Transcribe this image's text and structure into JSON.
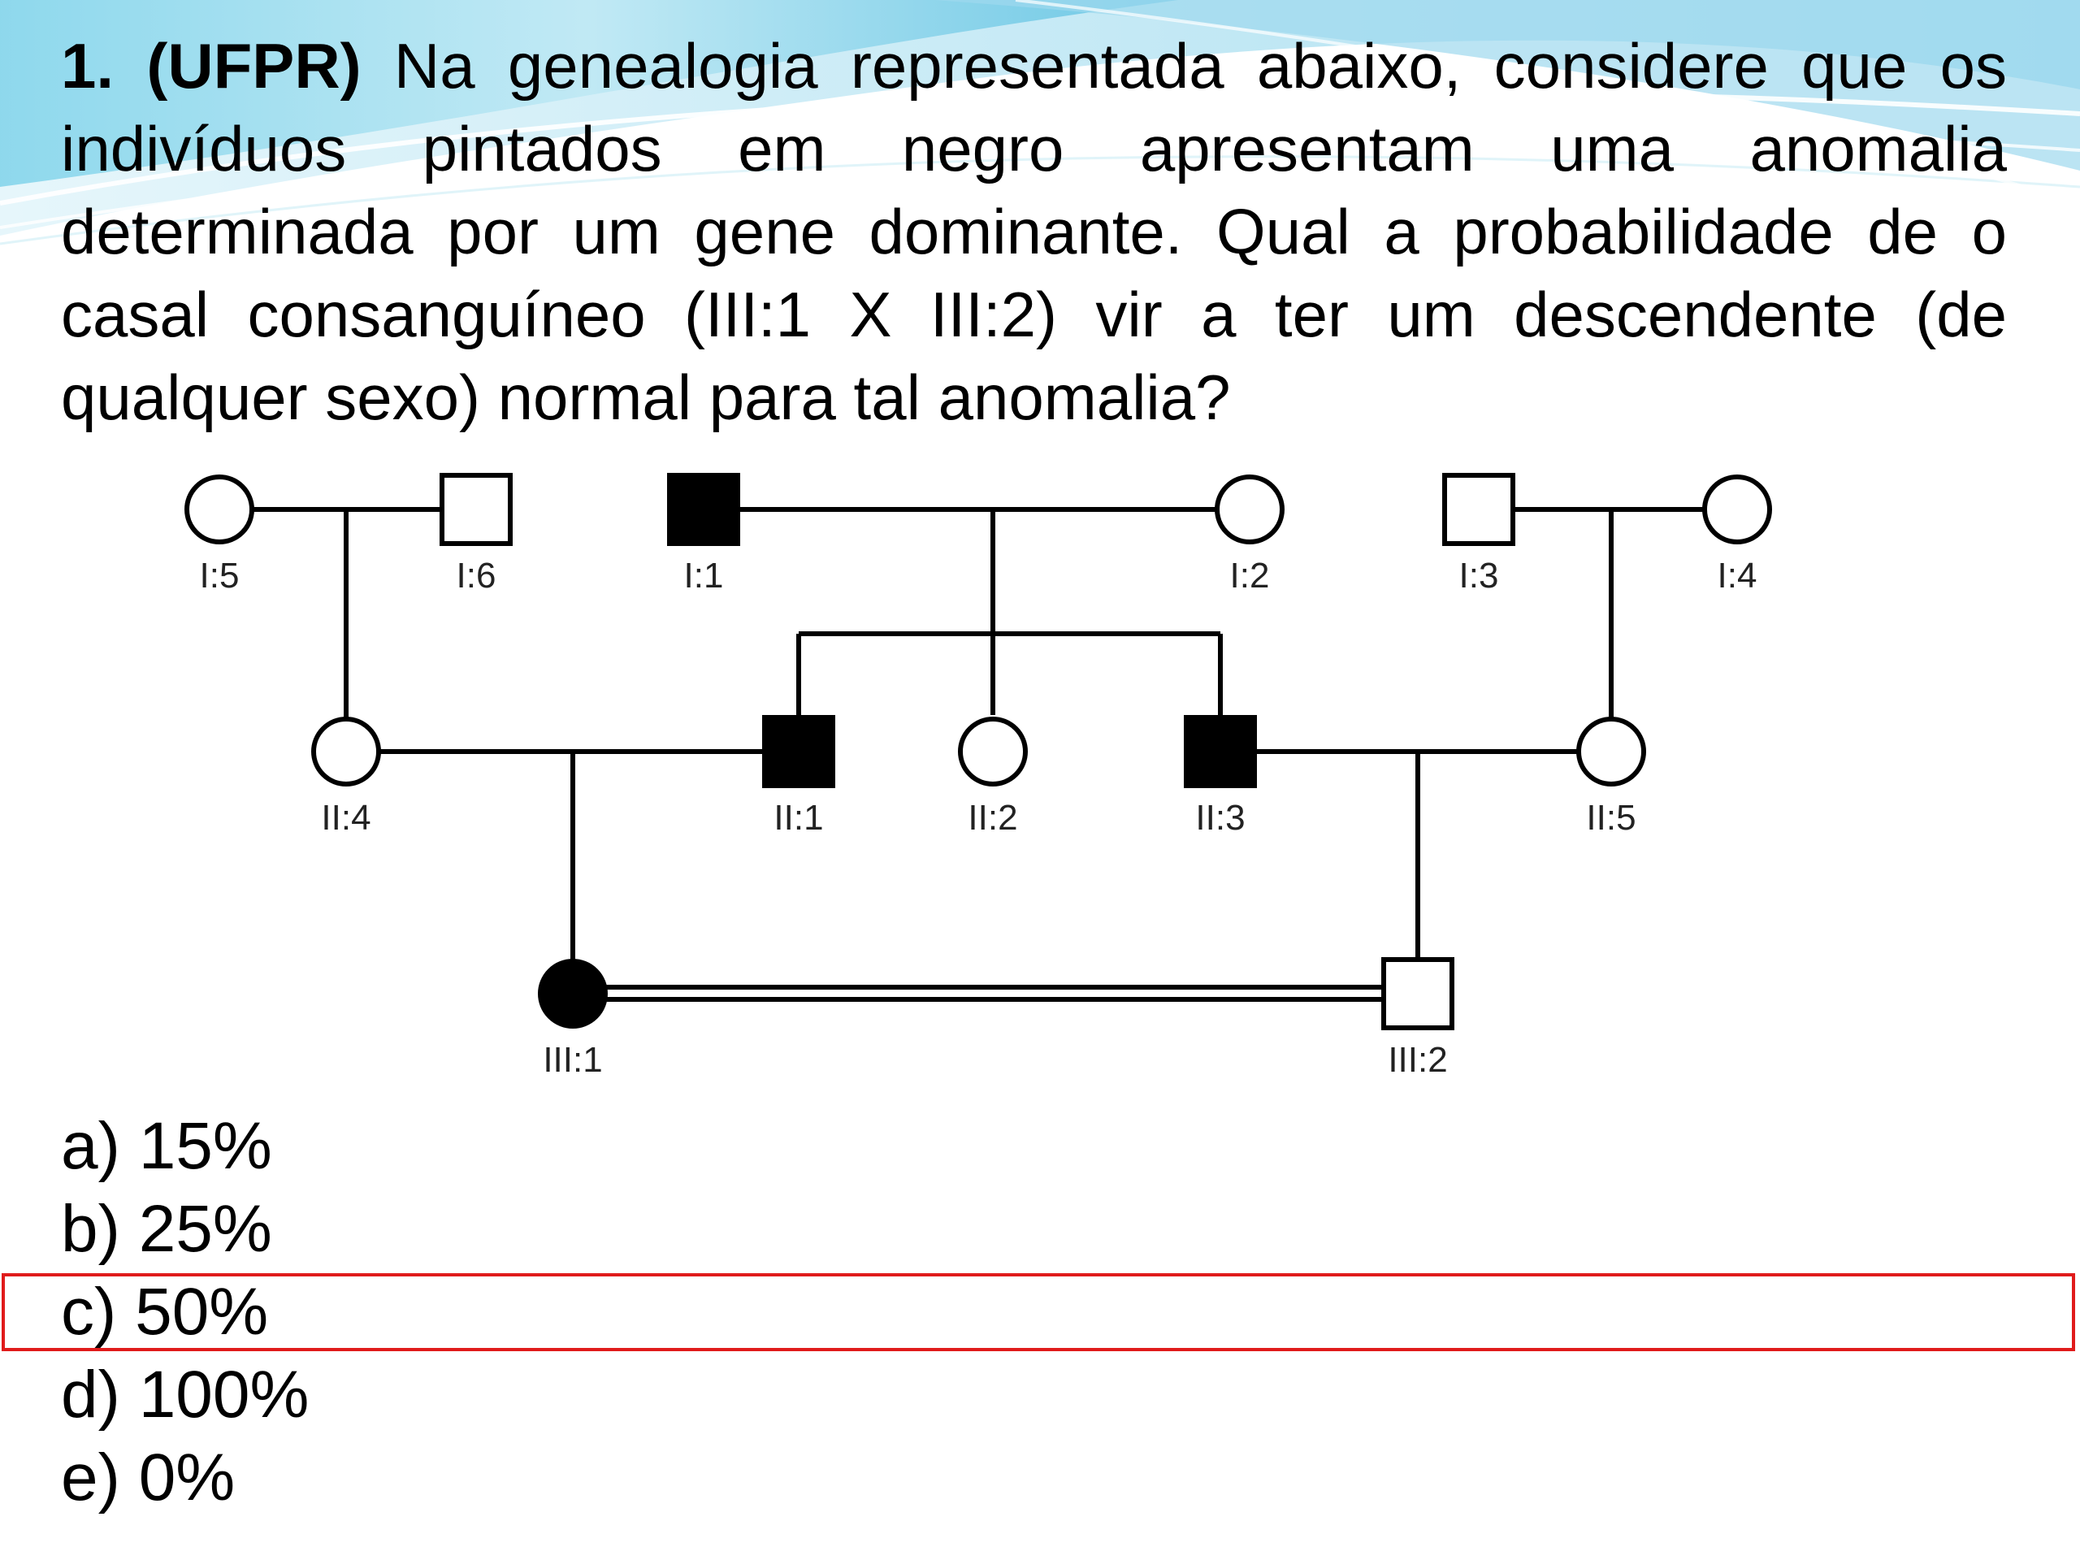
{
  "question": {
    "number": "1. (UFPR)",
    "text": "Na genealogia representada abaixo, considere que os indivíduos pintados em negro apresentam uma anomalia determinada por um gene dominante. Qual a probabilidade de o casal consanguíneo (III:1 X III:2) vir a ter um descendente (de qualquer sexo) normal para tal anomalia?"
  },
  "pedigree": {
    "individuals": [
      {
        "id": "I:5",
        "sex": "female",
        "affected": false
      },
      {
        "id": "I:6",
        "sex": "male",
        "affected": false
      },
      {
        "id": "I:1",
        "sex": "male",
        "affected": true
      },
      {
        "id": "I:2",
        "sex": "female",
        "affected": false
      },
      {
        "id": "I:3",
        "sex": "male",
        "affected": false
      },
      {
        "id": "I:4",
        "sex": "female",
        "affected": false
      },
      {
        "id": "II:4",
        "sex": "female",
        "affected": false
      },
      {
        "id": "II:1",
        "sex": "male",
        "affected": true
      },
      {
        "id": "II:2",
        "sex": "female",
        "affected": false
      },
      {
        "id": "II:3",
        "sex": "male",
        "affected": true
      },
      {
        "id": "II:5",
        "sex": "female",
        "affected": false
      },
      {
        "id": "III:1",
        "sex": "female",
        "affected": true
      },
      {
        "id": "III:2",
        "sex": "male",
        "affected": false
      }
    ]
  },
  "options": [
    {
      "label": "a) 15%",
      "selected": false
    },
    {
      "label": "b) 25%",
      "selected": false
    },
    {
      "label": "c) 50%",
      "selected": true
    },
    {
      "label": "d) 100%",
      "selected": false
    },
    {
      "label": "e) 0%",
      "selected": false
    }
  ],
  "colors": {
    "highlight": "#e01b1b",
    "affected": "#000000",
    "unaffected": "#ffffff"
  }
}
